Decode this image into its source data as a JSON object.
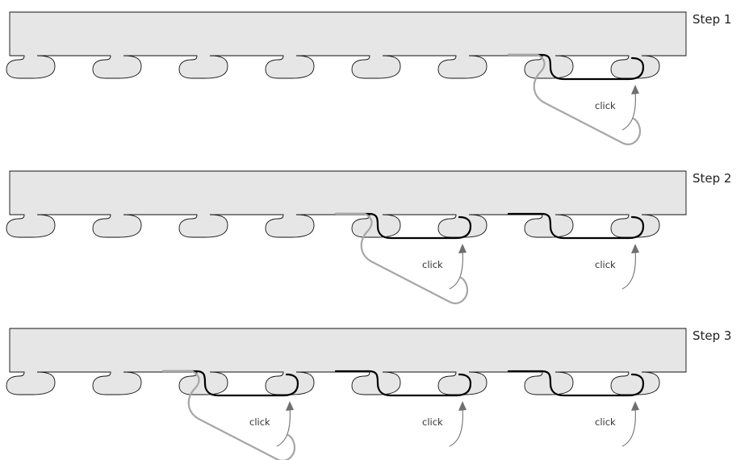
{
  "steps": [
    {
      "label": "Step 1",
      "clicked_tabs": 2,
      "click_label": "click"
    },
    {
      "label": "Step 2",
      "clicked_tabs": 4,
      "click_label": "click"
    },
    {
      "label": "Step 3",
      "clicked_tabs": 6,
      "click_label": "click"
    }
  ],
  "tabs_per_strip": 8,
  "colors": {
    "strip_fill": "#e6e6e6",
    "outline": "#111111",
    "moved_segment": "#000000",
    "swing_path": "#a6a6a6",
    "arrow": "#6f6f6f"
  }
}
